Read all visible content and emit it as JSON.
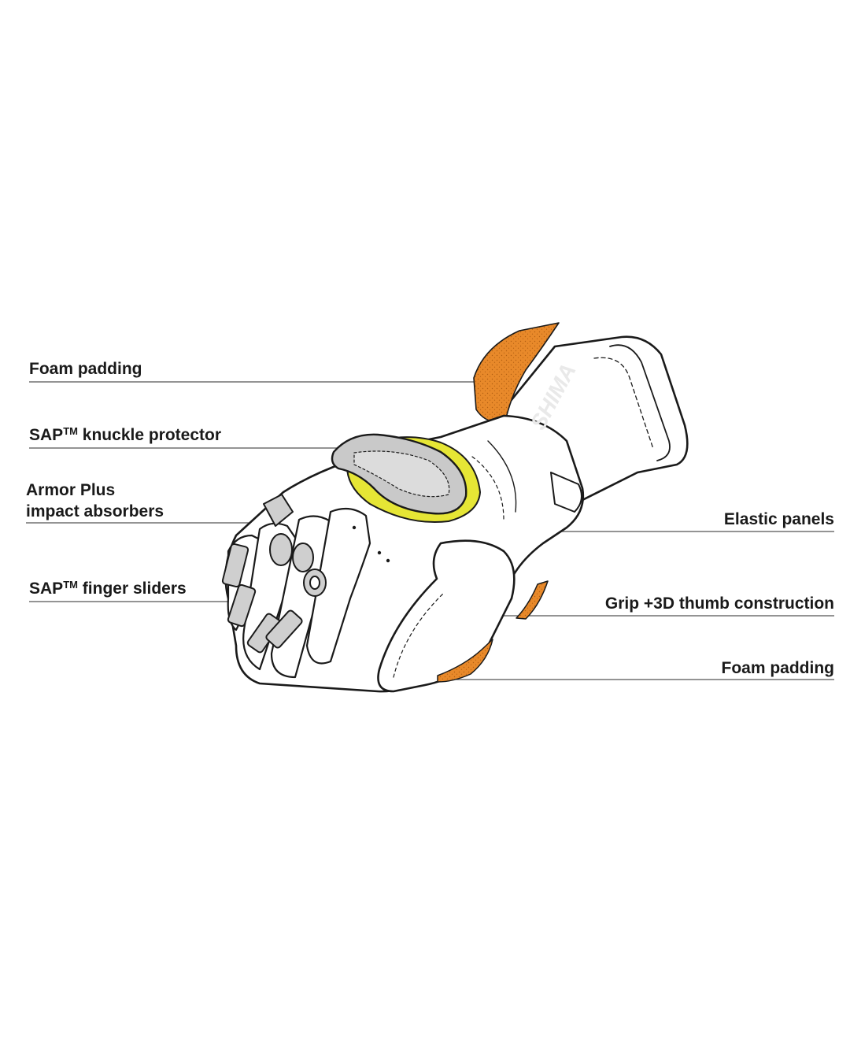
{
  "labels": {
    "foam_padding_top": "Foam padding",
    "knuckle": {
      "prefix": "SAP",
      "sup": "TM",
      "suffix": " knuckle protector"
    },
    "armor_line1": "Armor Plus",
    "armor_line2": "impact absorbers",
    "finger": {
      "prefix": "SAP",
      "sup": "TM",
      "suffix": " finger sliders"
    },
    "elastic": "Elastic panels",
    "grip": "Grip +3D thumb construction",
    "foam_padding_bottom": "Foam padding"
  },
  "logo_text": "SHIMA",
  "colors": {
    "outline": "#1a1a1a",
    "foam": "#e8892a",
    "foam_dots": "#b35f12",
    "knuckle_hard": "#c9c9c9",
    "knuckle_inner": "#dcdcdc",
    "knuckle_ring": "#e6e635",
    "slider": "#cfcfcf",
    "leader_line": "#555555"
  }
}
